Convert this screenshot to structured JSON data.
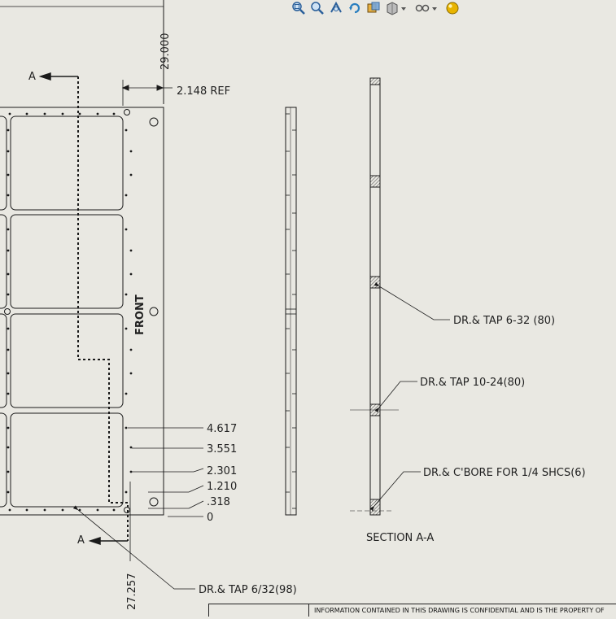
{
  "toolbar": {
    "buttons": [
      {
        "name": "zoom-to-fit-icon",
        "label": "Zoom to fit"
      },
      {
        "name": "zoom-to-area-icon",
        "label": "Zoom to area"
      },
      {
        "name": "previous-view-icon",
        "label": "Previous view"
      },
      {
        "name": "rotate-view-icon",
        "label": "Rotate view"
      },
      {
        "name": "section-view-icon",
        "label": "Section view"
      },
      {
        "name": "display-style-icon",
        "label": "Display style"
      },
      {
        "name": "hide-show-items-icon",
        "label": "Hide/Show items"
      },
      {
        "name": "apply-scene-icon",
        "label": "Apply scene"
      }
    ]
  },
  "drawing": {
    "front_view": {
      "front_label": "FRONT",
      "section_marker_top": "A",
      "section_marker_bottom": "A",
      "dim_height": "29.000",
      "dim_ref": "2.148 REF",
      "dim_bottom": "27.257",
      "ordinates": [
        "4.617",
        "3.551",
        "2.301",
        "1.210",
        ".318",
        "0"
      ],
      "callout_tap": "DR.& TAP 6/32(98)"
    },
    "section_view": {
      "title": "SECTION A-A",
      "callouts": [
        "DR.& TAP 6-32 (80)",
        "DR.& TAP 10-24(80)",
        "DR.& C'BORE FOR 1/4 SHCS(6)"
      ]
    },
    "title_block": {
      "notice": "INFORMATION CONTAINED IN THIS DRAWING IS CONFIDENTIAL AND IS THE PROPERTY OF"
    }
  },
  "colors": {
    "background": "#e9e8e2",
    "line": "#1a1a1a",
    "scene_ball": "#e8b400"
  }
}
